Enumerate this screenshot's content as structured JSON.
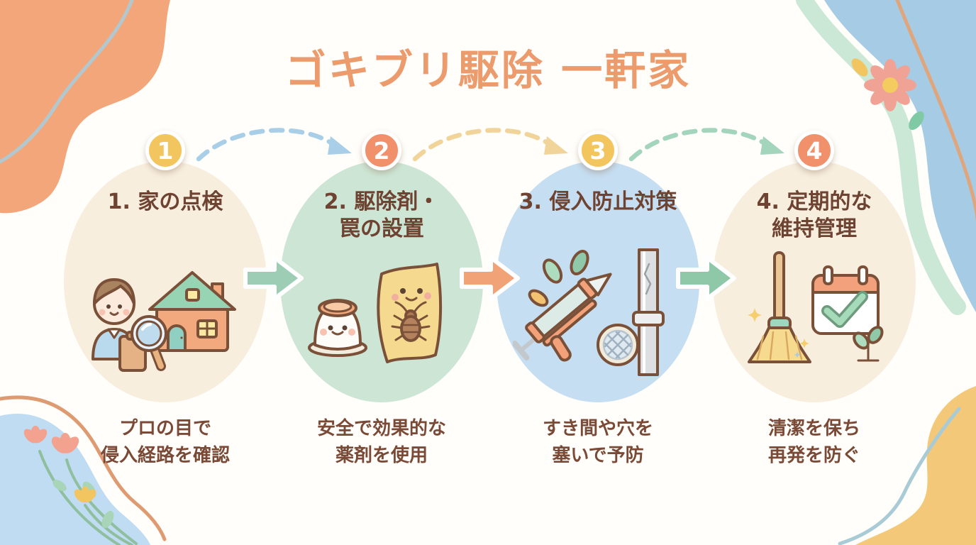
{
  "title": "ゴキブリ駆除 一軒家",
  "palette": {
    "background": "#FFFEFA",
    "title_color": "#EC9B6D",
    "step_title_color": "#6E4332",
    "description_color": "#7A4A36",
    "badge_number_color": "#FFFFFF"
  },
  "steps": [
    {
      "number": "1",
      "badge_color": "#F3C55F",
      "oval_color": "#F7EEDD",
      "title_line1": "1. 家の点検",
      "title_line2": "",
      "desc_line1": "プロの目で",
      "desc_line2": "侵入経路を確認",
      "icon": "house-inspection-icon"
    },
    {
      "number": "2",
      "badge_color": "#F0916C",
      "oval_color": "#CDE5D4",
      "title_line1": "2. 駆除剤・",
      "title_line2": "罠の設置",
      "desc_line1": "安全で効果的な",
      "desc_line2": "薬剤を使用",
      "icon": "bait-and-trap-icon"
    },
    {
      "number": "3",
      "badge_color": "#F3C55F",
      "oval_color": "#C6DEF1",
      "title_line1": "3. 侵入防止対策",
      "title_line2": "",
      "desc_line1": "すき間や穴を",
      "desc_line2": "塞いで予防",
      "icon": "caulk-gun-pipe-icon"
    },
    {
      "number": "4",
      "badge_color": "#F0916C",
      "oval_color": "#F7EEDD",
      "title_line1": "4. 定期的な",
      "title_line2": "維持管理",
      "desc_line1": "清潔を保ち",
      "desc_line2": "再発を防ぐ",
      "icon": "broom-and-calendar-icon"
    }
  ],
  "arrows": [
    {
      "color": "#9ECDB6"
    },
    {
      "color": "#F2A277"
    },
    {
      "color": "#8FC8A8"
    }
  ],
  "arcs": [
    {
      "color": "#A9CEE7"
    },
    {
      "color": "#F0D49A"
    },
    {
      "color": "#A3D4BC"
    }
  ]
}
